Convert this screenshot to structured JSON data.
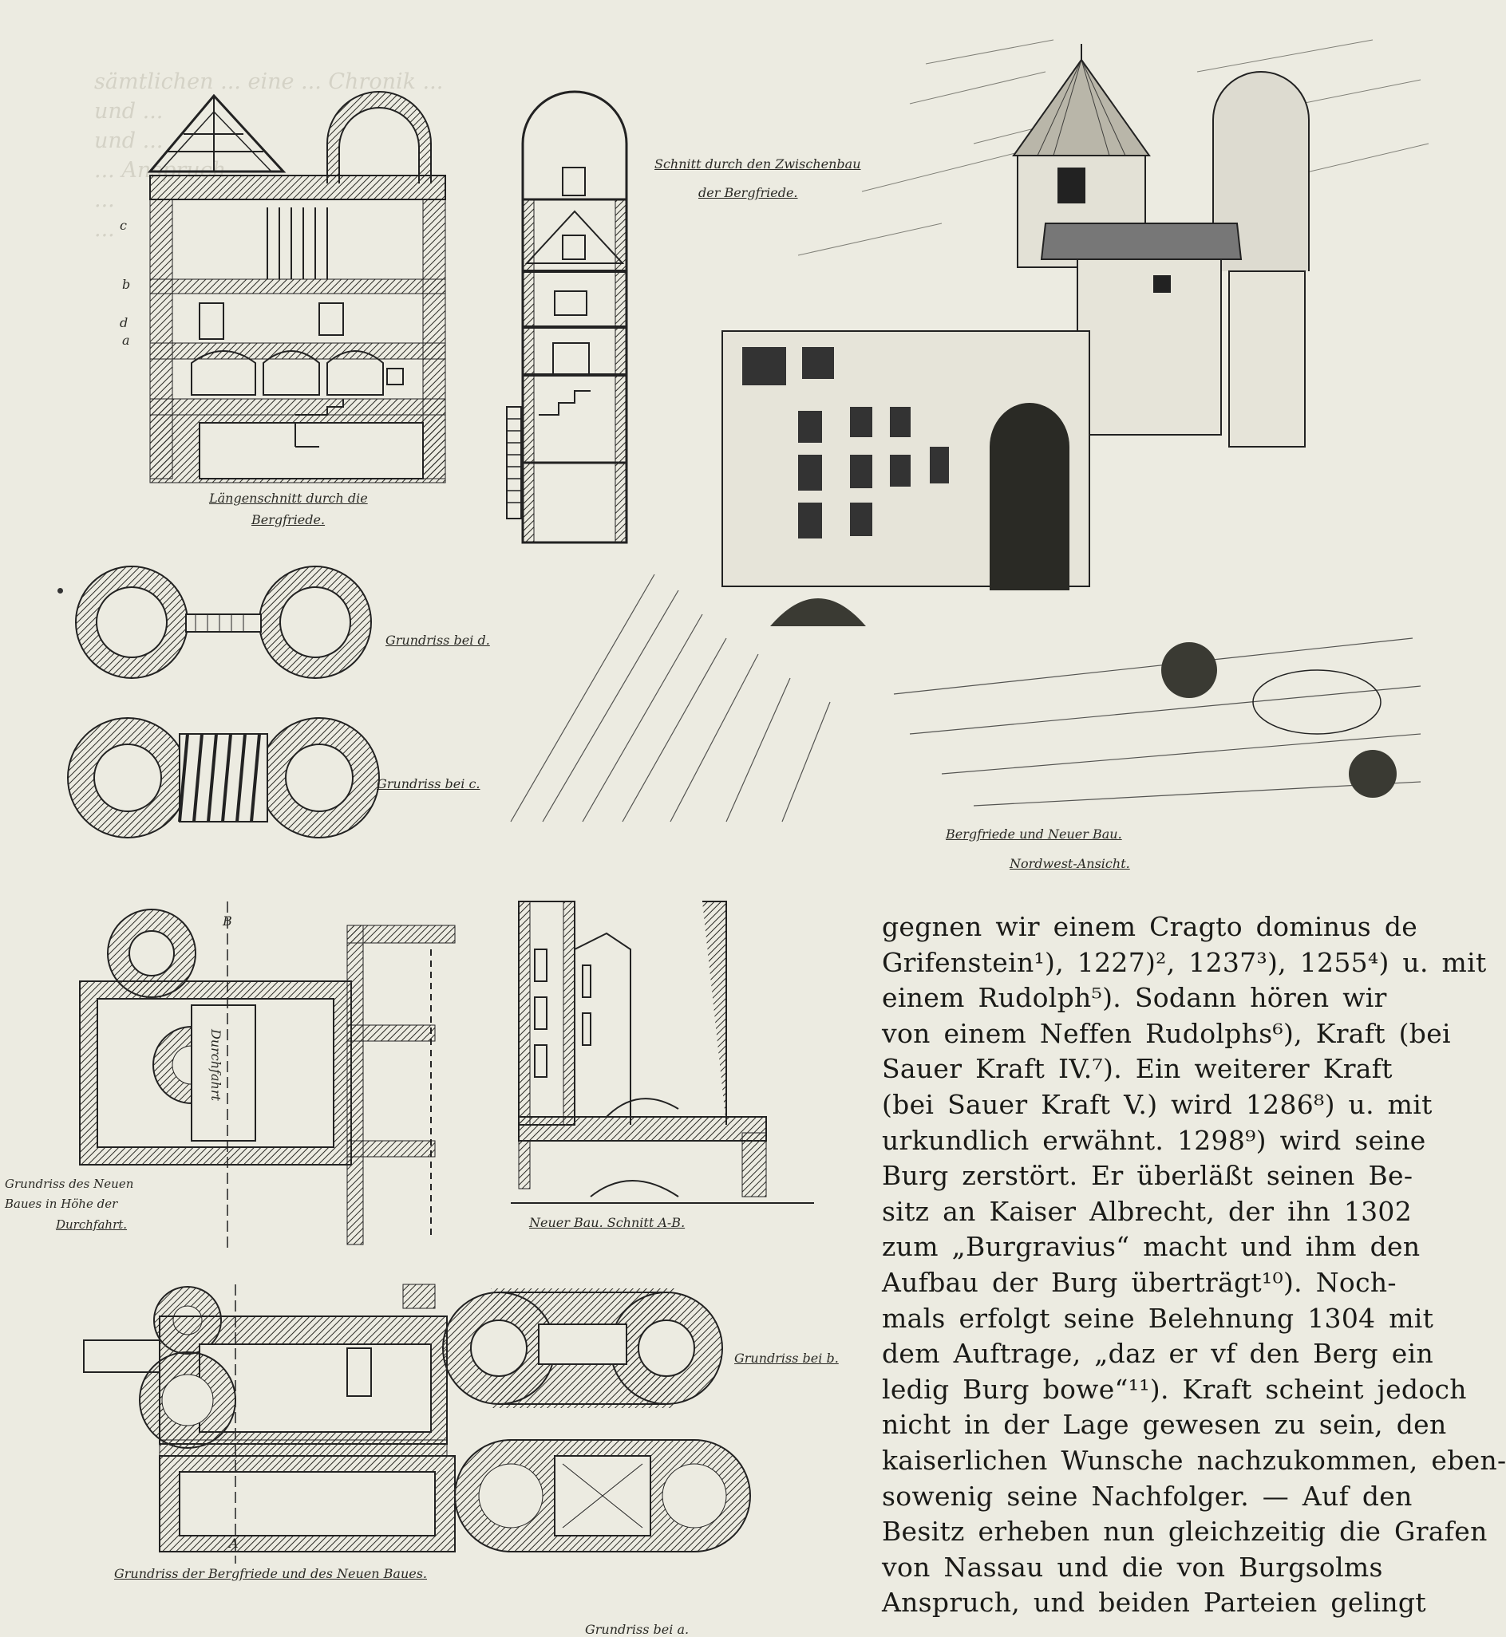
{
  "page": {
    "background": "#ecebe1",
    "ink": "#1b1b18",
    "bleed_color": "#d2d0c4"
  },
  "bleed_through": {
    "lines": [
      "sämtlichen ... eine ... Chronik ...",
      "und ...",
      "und ...",
      "... Anspruch ...",
      "...",
      "..."
    ]
  },
  "figures": {
    "longitudinal_section": {
      "caption_line1": "Längenschnitt durch die",
      "caption_line2": "Bergfriede.",
      "level_labels": [
        "d",
        "c",
        "b",
        "a"
      ]
    },
    "intermediate_section": {
      "caption_line1": "Schnitt durch den Zwischenbau",
      "caption_line2": "der Bergfriede."
    },
    "northwest_view": {
      "caption_line1": "Bergfriede und Neuer Bau.",
      "caption_line2": "Nordwest-Ansicht."
    },
    "plan_d": {
      "caption": "Grundriss bei d."
    },
    "plan_c": {
      "caption": "Grundriss bei c."
    },
    "new_building_plan": {
      "caption_line1": "Grundriss des Neuen",
      "caption_line2": "Baues in Höhe der",
      "caption_line3": "Durchfahrt.",
      "inner_label": "Durchfahrt",
      "axis_label": "B"
    },
    "section_ab": {
      "caption": "Neuer Bau. Schnitt A-B."
    },
    "plan_b": {
      "caption": "Grundriss bei b."
    },
    "bergfriede_plan": {
      "caption": "Grundriss der Bergfriede und des Neuen Baues.",
      "axis_label": "A"
    },
    "plan_a": {
      "caption": "Grundriss bei a."
    }
  },
  "body_text": {
    "lines": [
      "gegnen wir einem Cragto dominus de",
      "Grifenstein¹), 1227)², 1237³), 1255⁴) u. mit",
      "einem Rudolph⁵). Sodann hören wir",
      "von einem Neffen Rudolphs⁶), Kraft (bei",
      "Sauer Kraft IV.⁷). Ein weiterer Kraft",
      "(bei Sauer Kraft V.) wird 1286⁸) u. mit",
      "urkundlich erwähnt. 1298⁹) wird seine",
      "Burg zerstört. Er überläßt seinen Be-",
      "sitz an Kaiser Albrecht, der ihn 1302",
      "zum „Burgravius“ macht und ihm den",
      "Aufbau der Burg überträgt¹⁰). Noch-",
      "mals erfolgt seine Belehnung 1304 mit",
      "dem Auftrage, „daz er vf den Berg ein",
      "ledig Burg bowe“¹¹). Kraft scheint jedoch",
      "nicht in der Lage gewesen zu sein, den",
      "kaiserlichen Wunsche nachzukommen, eben-",
      "sowenig seine Nachfolger. — Auf den",
      "Besitz erheben nun gleichzeitig die Grafen",
      "von Nassau und die von Burgsolms",
      "Anspruch, und beiden Parteien gelingt"
    ]
  }
}
